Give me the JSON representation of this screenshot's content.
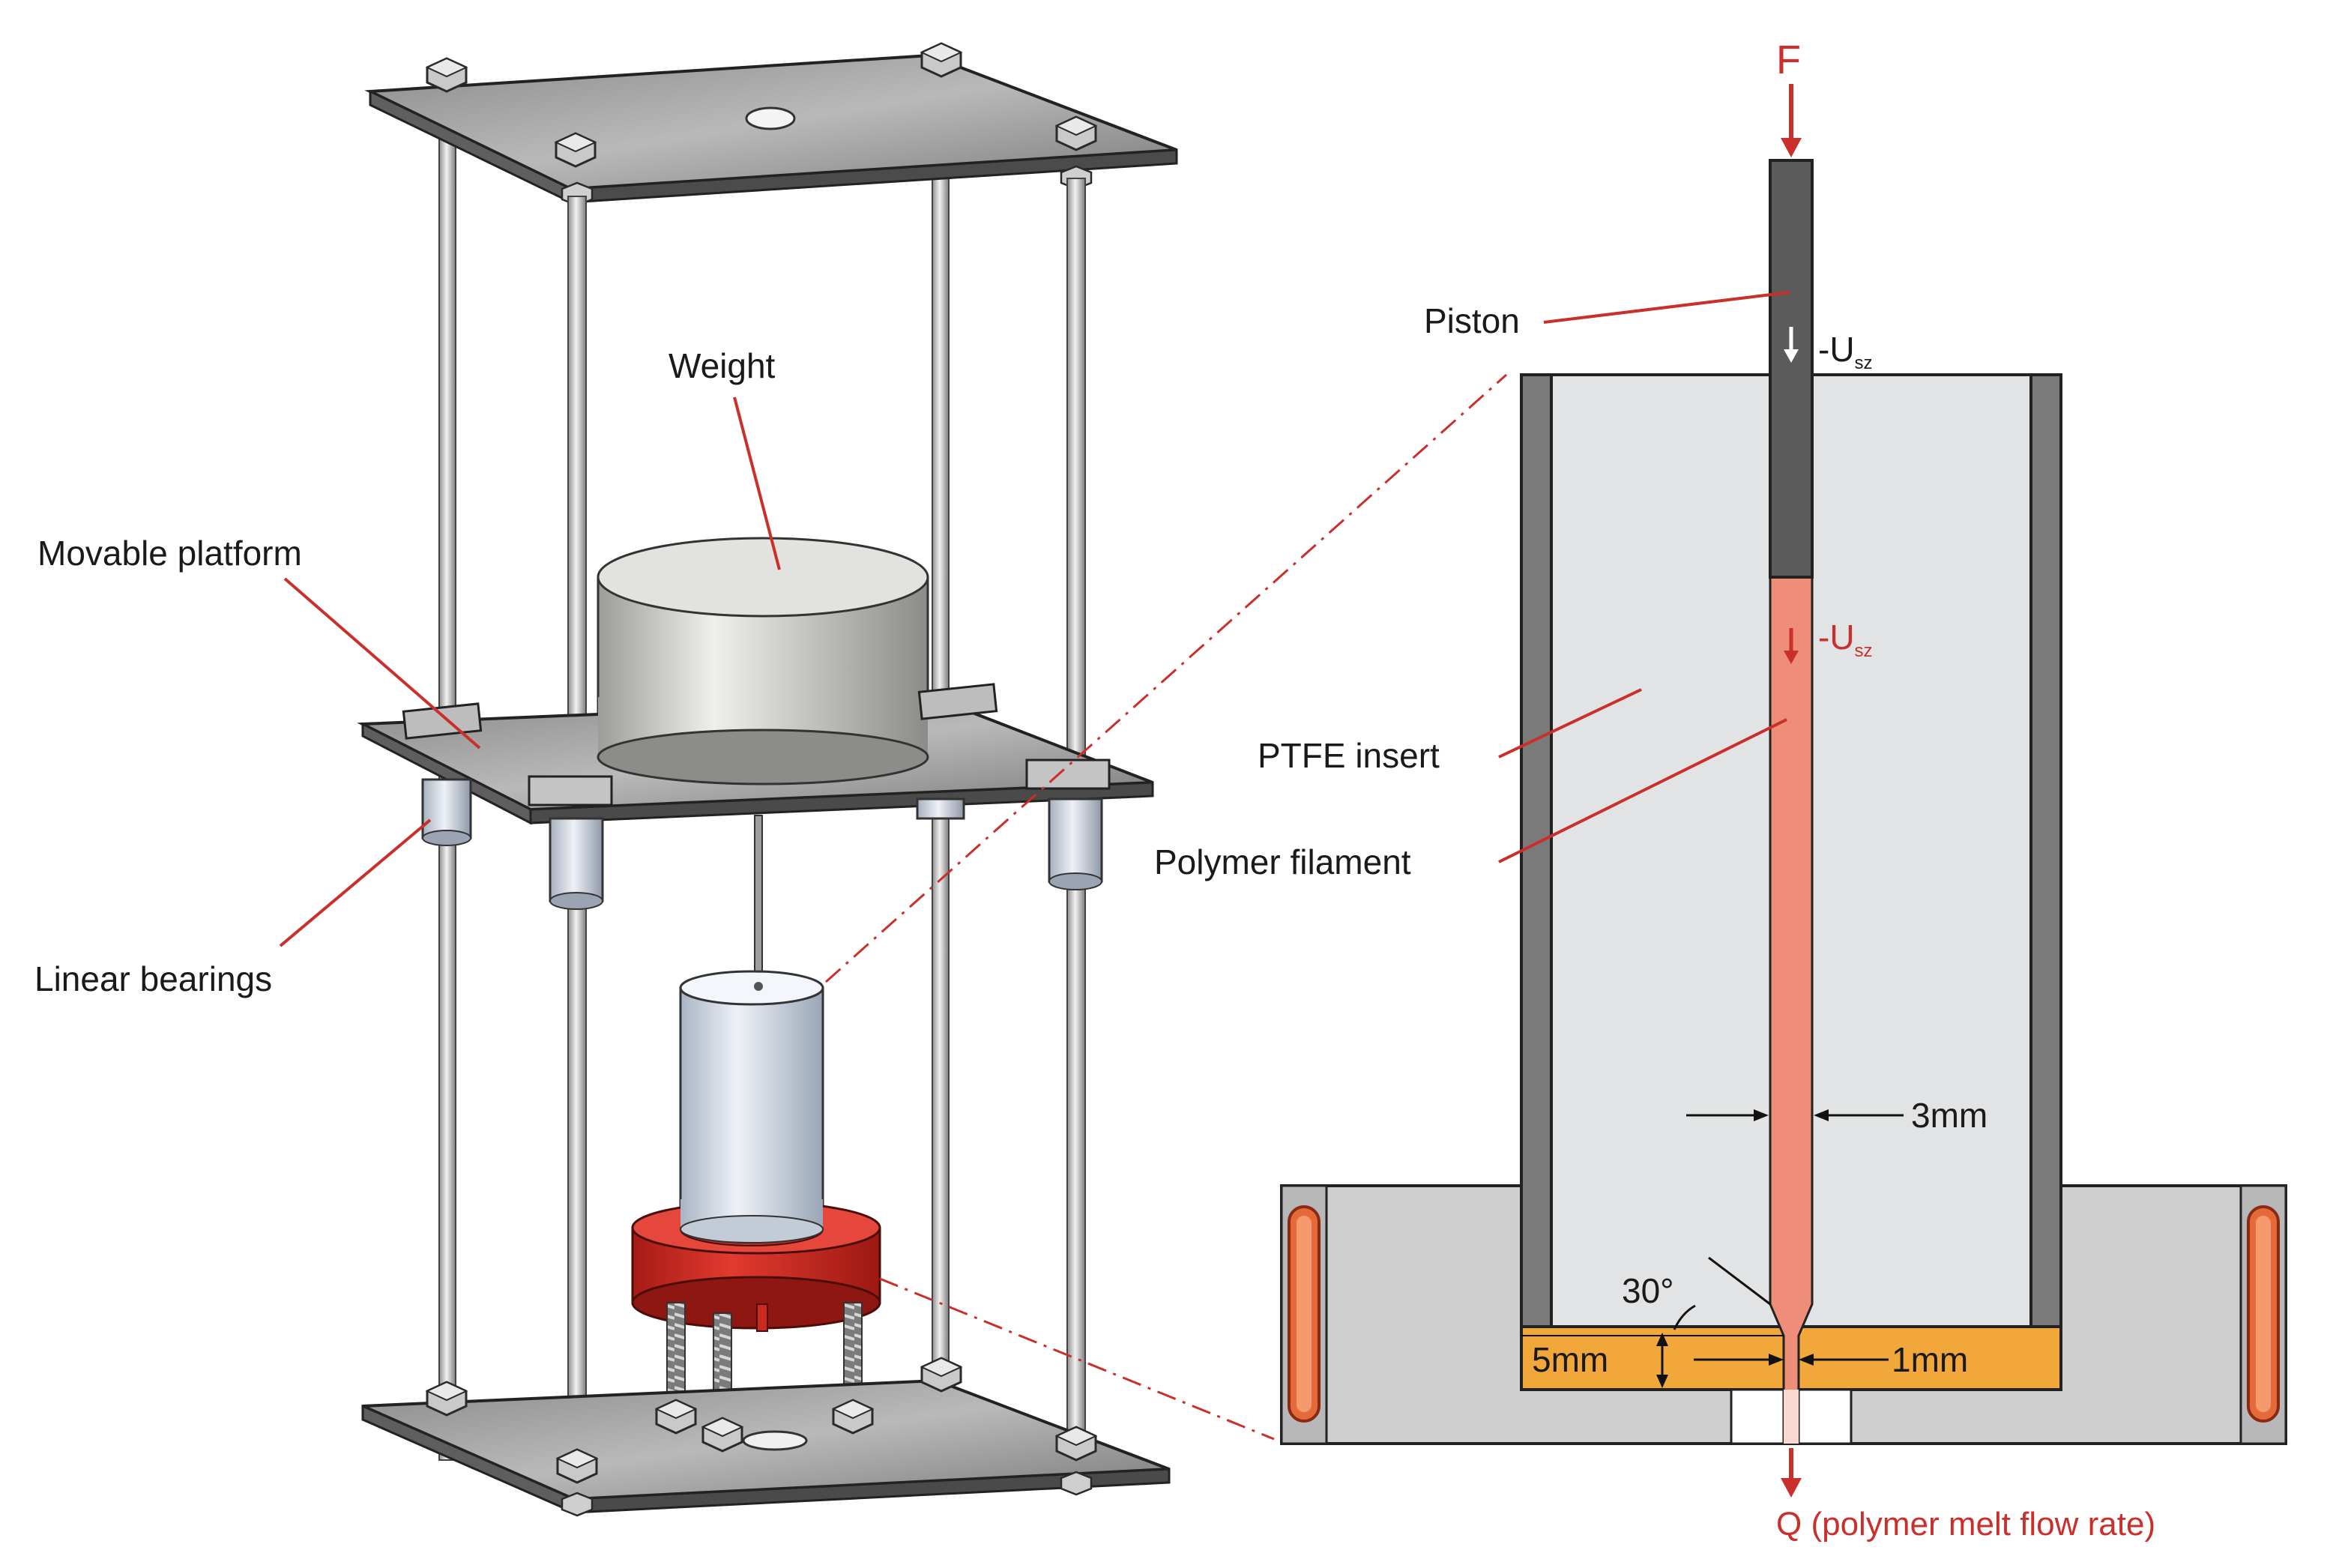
{
  "labels": {
    "weight": "Weight",
    "movable_platform": "Movable platform",
    "linear_bearings": "Linear bearings",
    "piston": "Piston",
    "ptfe_insert": "PTFE insert",
    "polymer_filament": "Polymer filament",
    "force": "F",
    "velocity_main": "-U",
    "velocity_sub": "sz",
    "dim_3mm": "3mm",
    "dim_5mm": "5mm",
    "dim_1mm": "1mm",
    "angle_30": "30°",
    "flow_rate": "Q (polymer melt flow rate)"
  },
  "colors": {
    "leader_red": "#c9302c",
    "filament": "#ee8d78",
    "ptfe": "#e1e3e4",
    "steel_dark": "#6f6f6f",
    "die_orange": "#f2a73a",
    "heater_housing": "#cfcfcf",
    "heater_coil": "#e46a3c",
    "clamp_red": "#d8281f",
    "weight_grey": "#cdcdc9",
    "rod_grey": "#bfbfbf"
  },
  "icons": [
    "hex-nut-icon",
    "arrow-down-icon",
    "dimension-arrow-icon"
  ]
}
